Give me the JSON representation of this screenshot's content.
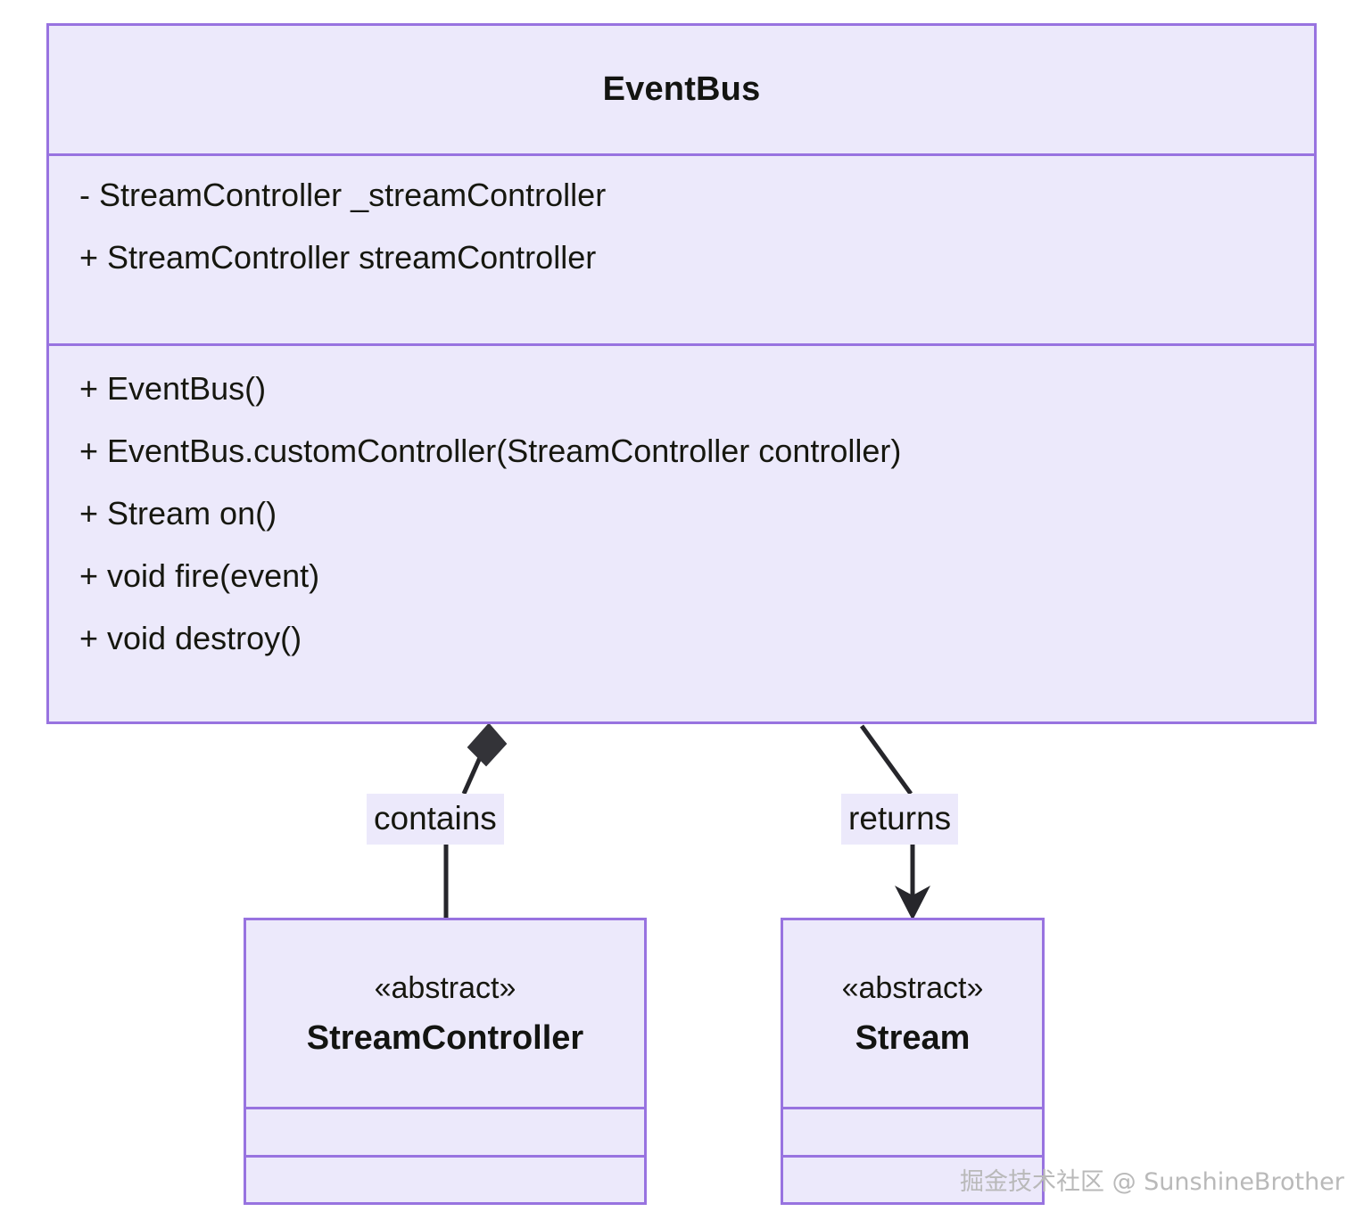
{
  "diagram": {
    "type": "uml-class-diagram",
    "colors": {
      "class_border": "#9873e0",
      "class_fill": "#ece9fb",
      "text": "#16170f",
      "connector": "#26262b",
      "watermark": "#b9b9b9",
      "background": "#ffffff"
    }
  },
  "main_class": {
    "name": "EventBus",
    "attributes": [
      "- StreamController _streamController",
      "+ StreamController streamController"
    ],
    "methods": [
      "+ EventBus()",
      "+ EventBus.customController(StreamController controller)",
      "+ Stream on()",
      "+ void fire(event)",
      "+ void destroy()"
    ]
  },
  "classes": [
    {
      "stereotype": "«abstract»",
      "name": "StreamController",
      "attributes": [],
      "methods": []
    },
    {
      "stereotype": "«abstract»",
      "name": "Stream",
      "attributes": [],
      "methods": []
    }
  ],
  "relationships": [
    {
      "label": "contains",
      "kind": "composition",
      "from": "EventBus",
      "to": "StreamController",
      "marker": "filled-diamond"
    },
    {
      "label": "returns",
      "kind": "dependency",
      "from": "EventBus",
      "to": "Stream",
      "marker": "open-arrow"
    }
  ],
  "watermark": {
    "text": "掘金技术社区 @ SunshineBrother"
  }
}
